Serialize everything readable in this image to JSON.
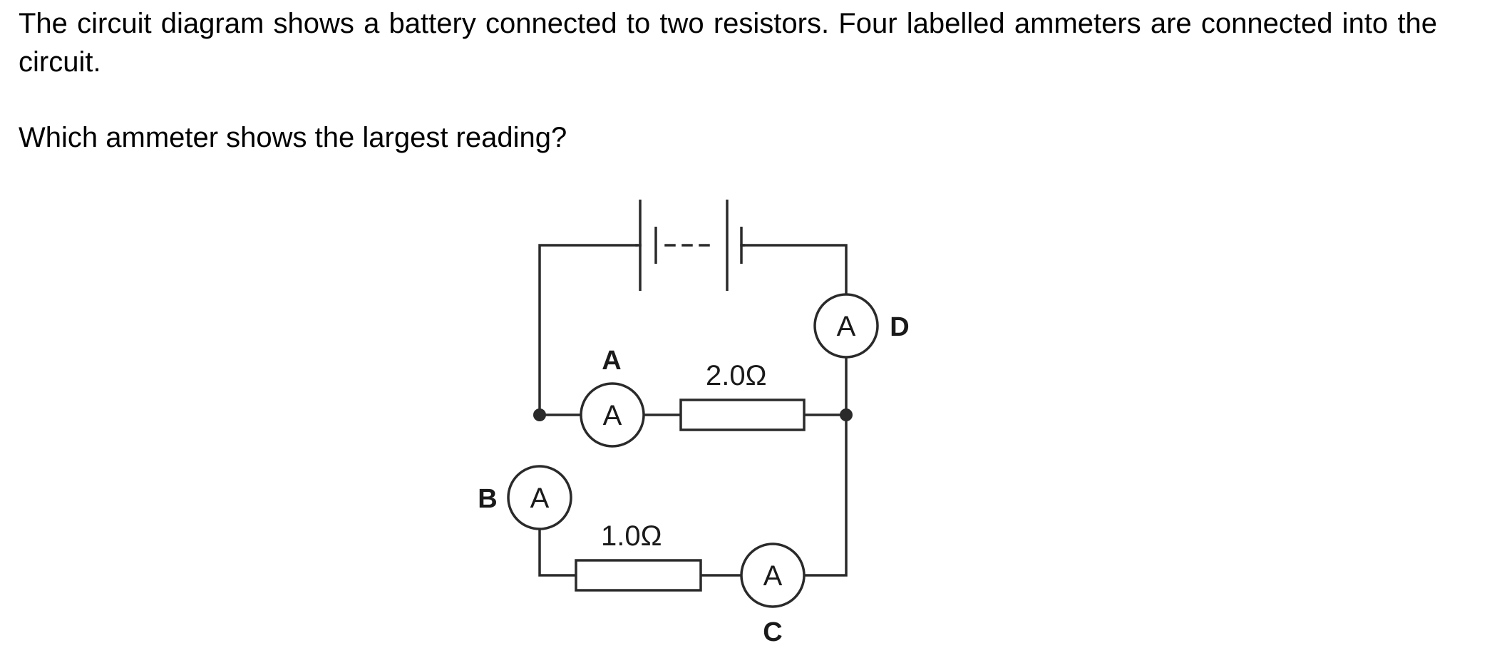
{
  "question": {
    "stem": "The circuit diagram shows a battery connected to two resistors. Four labelled ammeters are connected into the circuit.",
    "prompt": "Which ammeter shows the largest reading?"
  },
  "circuit": {
    "ammeter_symbol": "A",
    "ammeters": [
      {
        "label": "A"
      },
      {
        "label": "B"
      },
      {
        "label": "C"
      },
      {
        "label": "D"
      }
    ],
    "resistors": [
      {
        "value": "2.0Ω"
      },
      {
        "value": "1.0Ω"
      }
    ]
  }
}
